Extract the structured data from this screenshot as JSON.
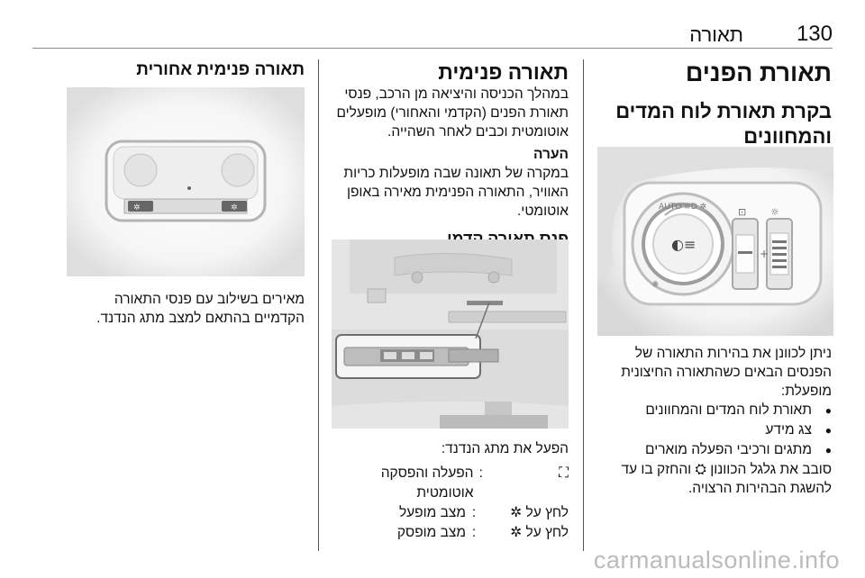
{
  "header": {
    "page_number": "130",
    "section": "תאורה"
  },
  "right_column": {
    "title": "תאורת הפנים",
    "subtitle_line1": "בקרת תאורת לוח המדים",
    "subtitle_line2": "והמחוונים",
    "para_line1": "ניתן לכוונן את בהירות התאורה של",
    "para_line2": "הפנסים הבאים כשהתאורה החיצונית",
    "para_line3": "מופעלת:",
    "bullets": [
      "תאורת לוח המדים והמחוונים",
      "צג מידע",
      "מתגים ורכיבי הפעלה מוארים"
    ],
    "after_line1": "סובב את גלגל הכוונון ⛭ והחזק בו עד",
    "after_line2": "להשגת הבהירות הרצויה."
  },
  "middle_column": {
    "title": "תאורה פנימית",
    "para_line1": "במהלך הכניסה והיציאה מן הרכב, פנסי",
    "para_line2": "תאורת הפנים (הקדמי והאחורי) מופעלים",
    "para_line3": "אוטומטית וכבים לאחר השהייה.",
    "note_title": "הערה",
    "note_line1": "במקרה של תאונה שבה מופעלות כריות",
    "note_line2": "האוויר, התאורה הפנימית מאירה באופן",
    "note_line3": "אוטומטי.",
    "subtitle": "פנס תאורה קדמי",
    "ops_intro": "הפעל את מתג הנדנד:",
    "ops": [
      {
        "key": "⛶",
        "desc": "הפעלה והפסקה אוטומטית"
      },
      {
        "key": "לחץ על ✲",
        "desc": "מצב מופעל"
      },
      {
        "key": "לחץ על ✲",
        "desc": "מצב מופסק"
      }
    ]
  },
  "left_column": {
    "title": "תאורה פנימית אחורית",
    "para_line1": "מאירים בשילוב עם פנסי התאורה",
    "para_line2": "הקדמיים בהתאם למצב מתג הנדנד."
  },
  "watermark": "carmanualsonline.info"
}
